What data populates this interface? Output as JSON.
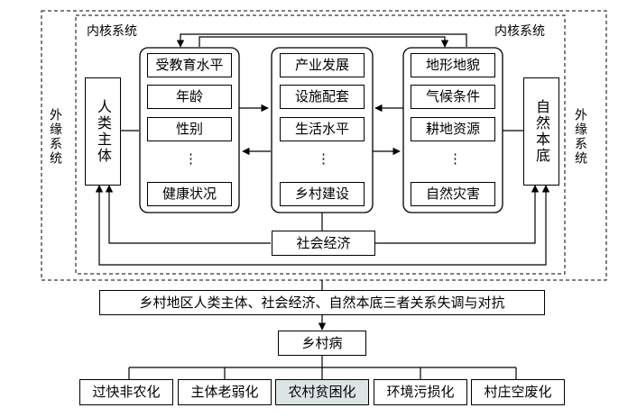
{
  "outer_system_label": "外缘系统",
  "inner_system_label": "内核系统",
  "human_subject": "人类主体",
  "natural_base": "自然本底",
  "human_factors": [
    "受教育水平",
    "年龄",
    "性别",
    "⋮",
    "健康状况"
  ],
  "economy_factors": [
    "产业发展",
    "设施配套",
    "生活水平",
    "⋮",
    "乡村建设"
  ],
  "nature_factors": [
    "地形地貌",
    "气候条件",
    "耕地资源",
    "⋮",
    "自然灾害"
  ],
  "social_economy": "社会经济",
  "conflict_statement": "乡村地区人类主体、社会经济、自然本底三者关系失调与对抗",
  "rural_disease": "乡村病",
  "symptoms": [
    "过快非农化",
    "主体老弱化",
    "农村贫困化",
    "环境污损化",
    "村庄空废化"
  ],
  "colors": {
    "highlight": "#dde4e4",
    "line": "#000000"
  }
}
